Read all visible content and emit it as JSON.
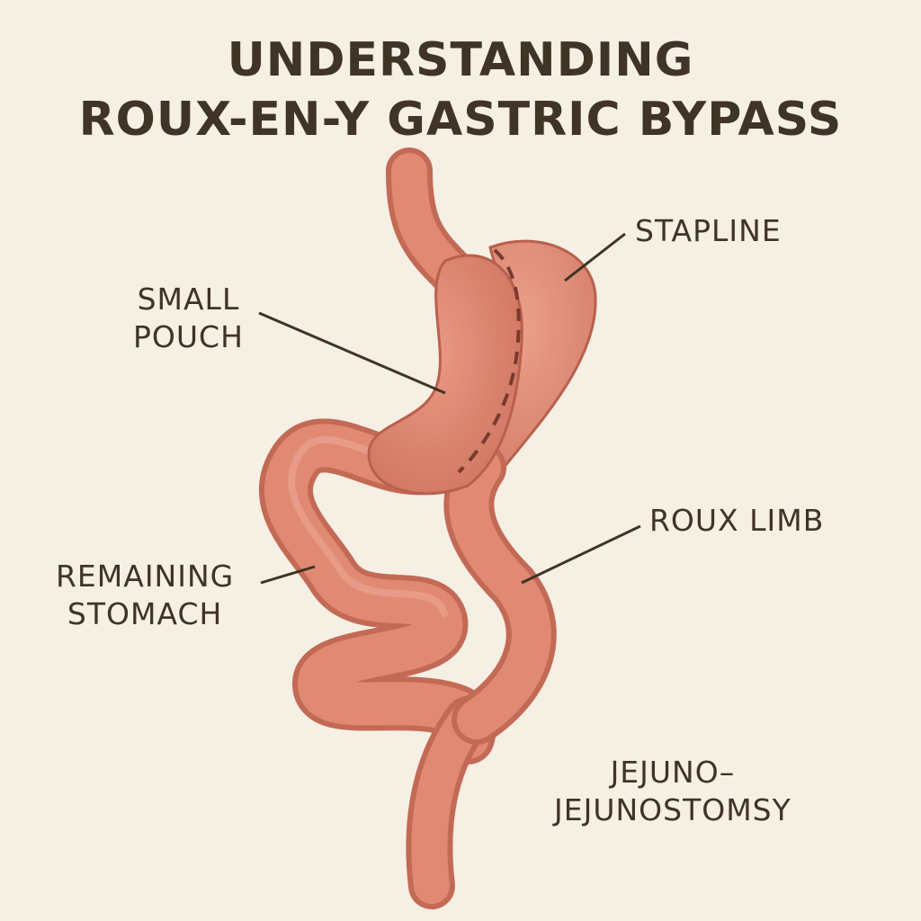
{
  "title": {
    "line1": "UNDERSTANDING",
    "line2": "ROUX-EN-Y GASTRIC BYPASS"
  },
  "labels": {
    "stapline": "STAPLINE",
    "small_pouch": [
      "SMALL",
      "POUCH"
    ],
    "roux_limb": "ROUX LIMB",
    "remaining_stomach": [
      "REMAINING",
      "STOMACH"
    ],
    "jejunojejunostomy": [
      "JEJUNO–",
      "JEJUNOSTOMSY"
    ]
  },
  "colors": {
    "background": "#f6efe4",
    "tissue": "#df8872",
    "tissue_shadow": "#b8604d",
    "tissue_highlight": "#ee a392",
    "text": "#3f3425"
  }
}
